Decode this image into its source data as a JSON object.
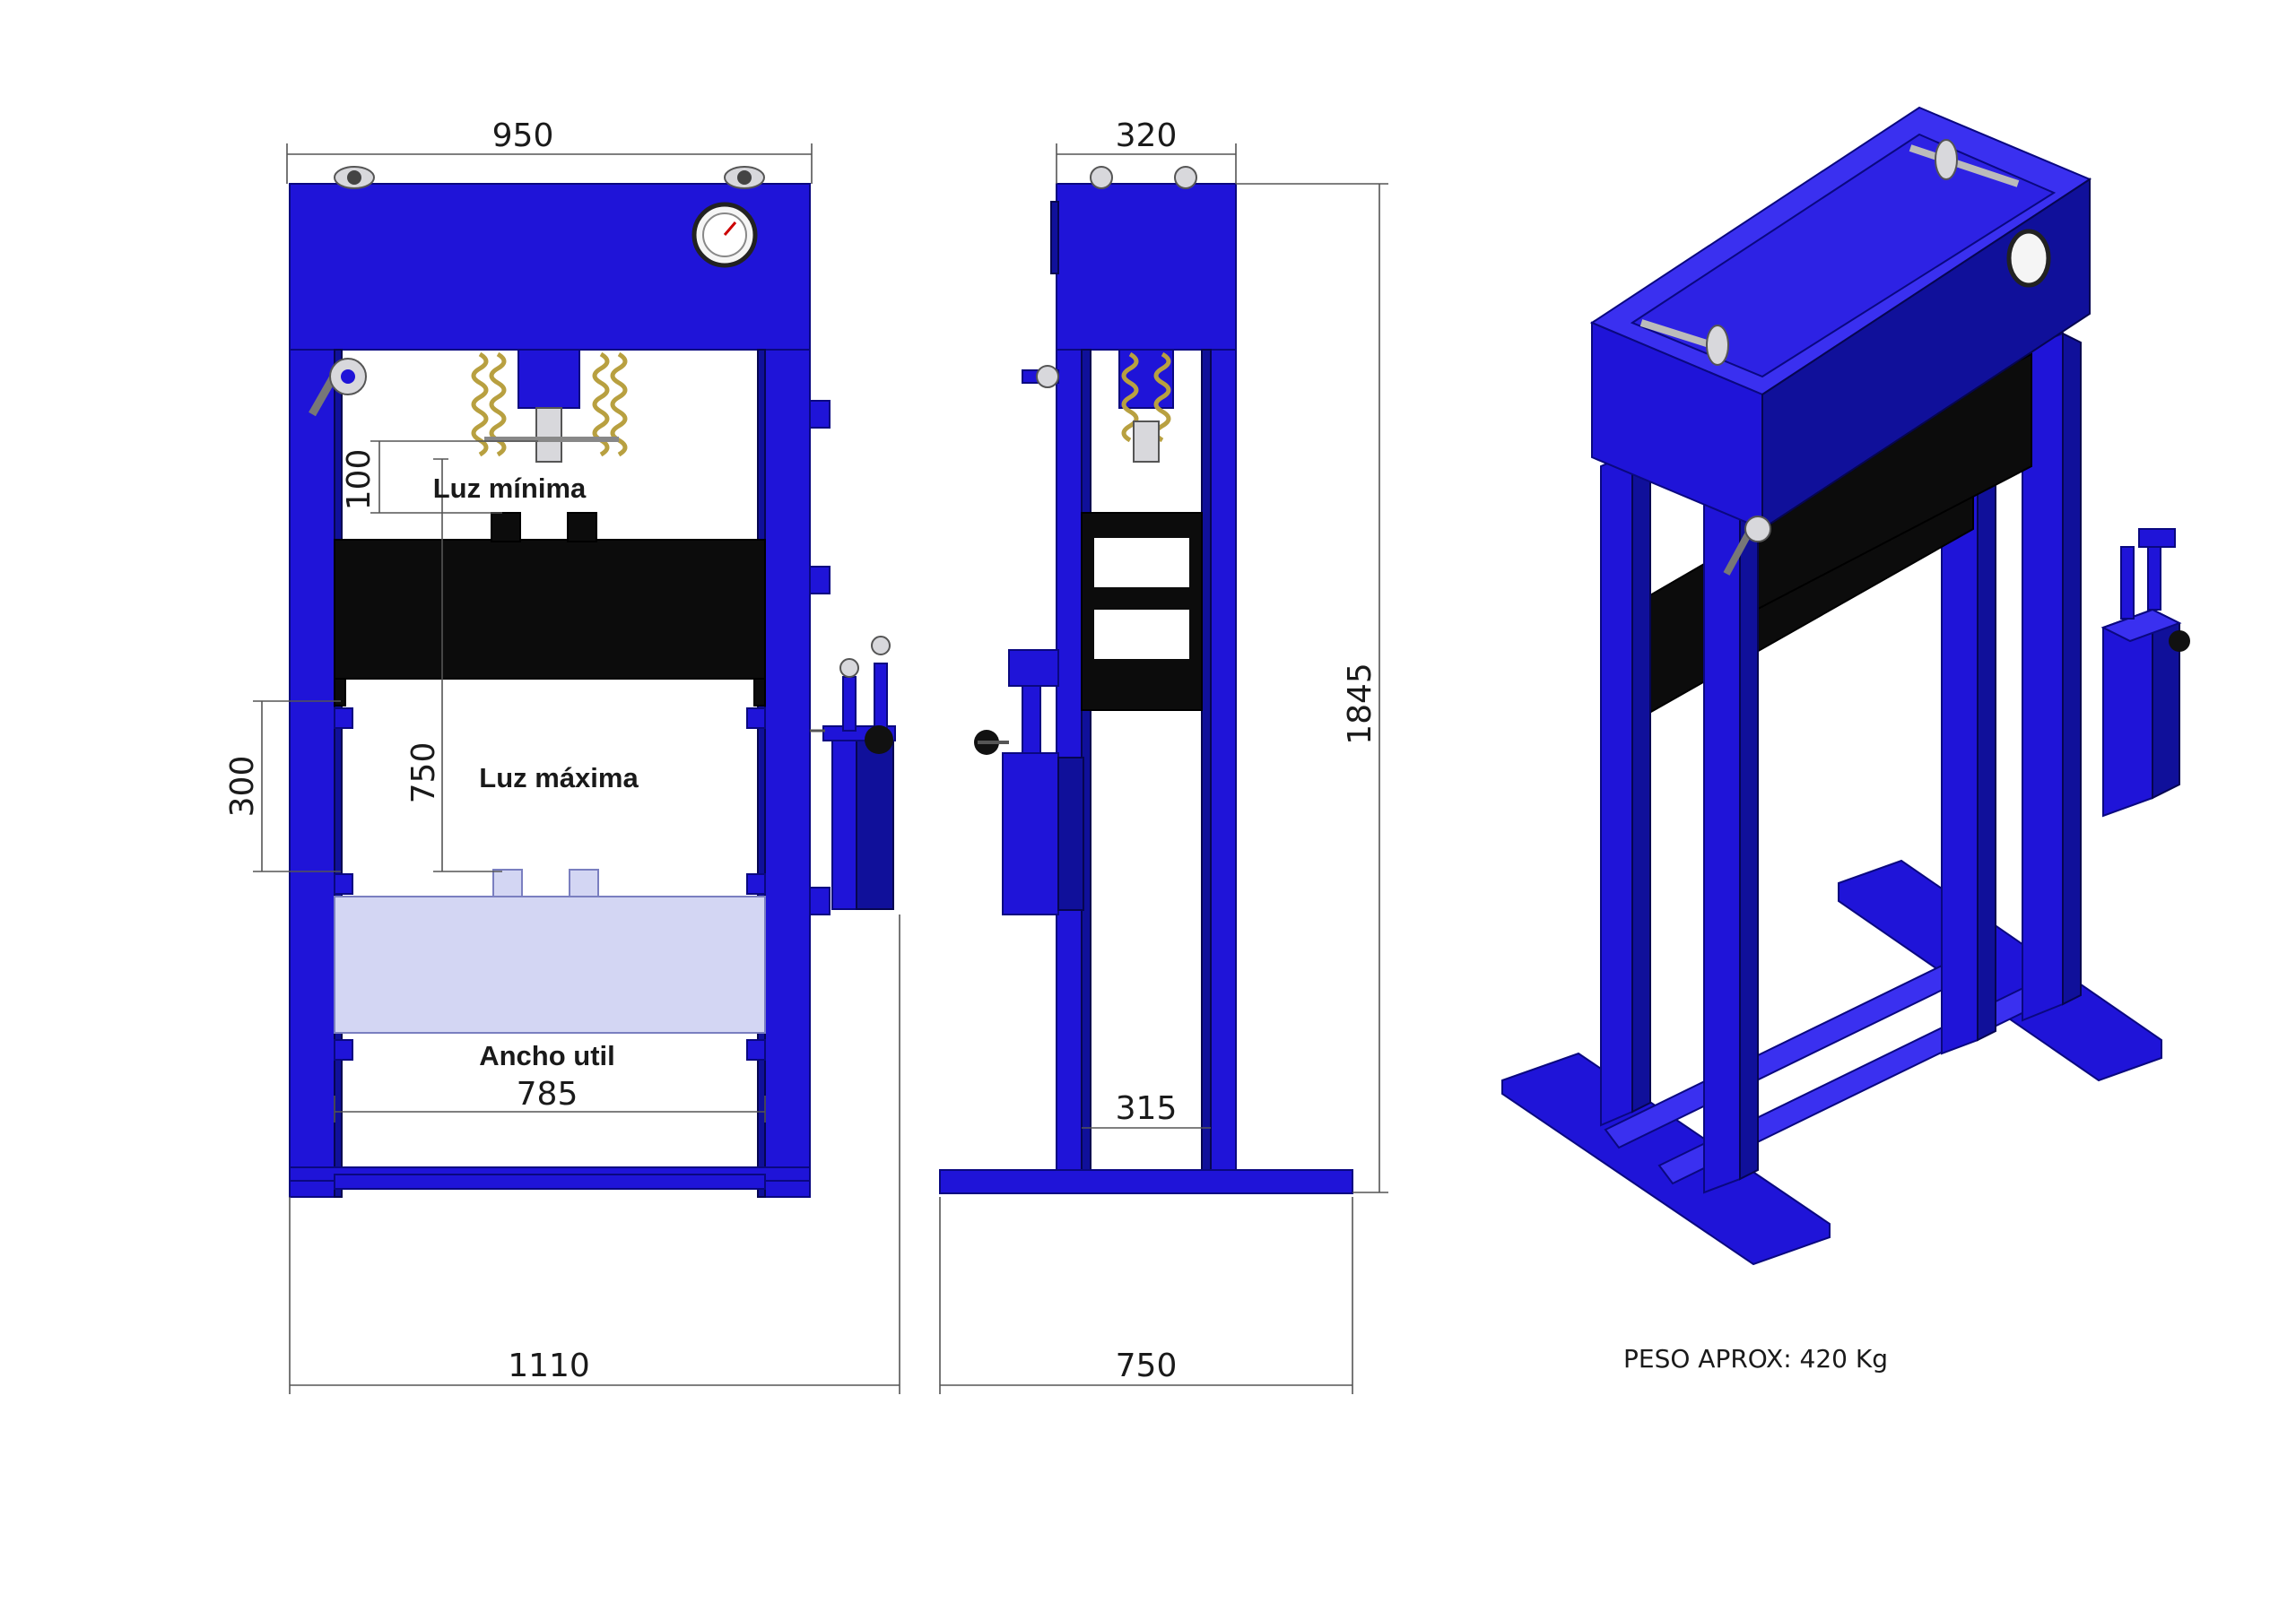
{
  "front_view": {
    "dim_width_top": "950",
    "dim_height_min": "100",
    "label_min": "Luz mínima",
    "dim_side_300": "300",
    "dim_height_max": "750",
    "label_max": "Luz máxima",
    "label_width": "Ancho util",
    "dim_width_inner": "785",
    "dim_width_total": "1110"
  },
  "side_view": {
    "dim_depth_top": "320",
    "dim_depth_inner": "315",
    "dim_depth_base": "750",
    "dim_height_total": "1845"
  },
  "iso_view": {
    "weight_label": "PESO APROX: 420 Kg"
  },
  "colors": {
    "frame": "#1f14d8",
    "plate": "#0c0c0c",
    "lower_plate": "#d3d6f3"
  }
}
